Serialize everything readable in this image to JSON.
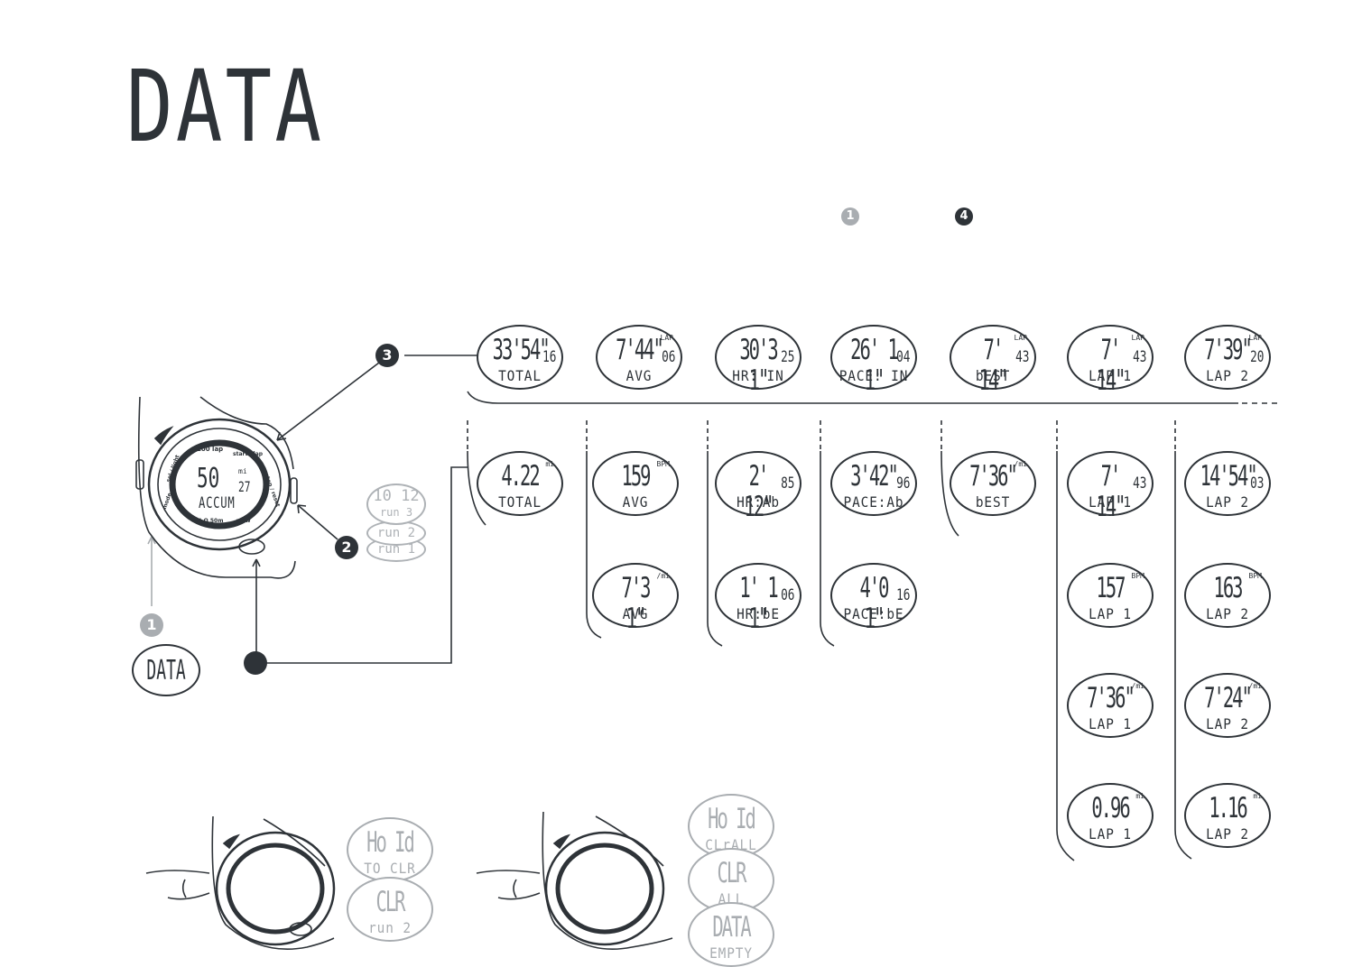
{
  "title": "DATA",
  "step_badges": {
    "a": "1",
    "b": "4",
    "c": "3",
    "d": "2",
    "e": "1"
  },
  "legend_button": {
    "label": "DATA"
  },
  "watch": {
    "brand": "✓",
    "ring": {
      "top": "100 lap",
      "right": "start / lap",
      "right2": "stop / reset",
      "left": "mode",
      "left2": "sel / light",
      "bottom": "H₂O 50m",
      "bottom2": "view"
    },
    "display": {
      "main": "50",
      "sup": "mi",
      "sub": "27",
      "label": "ACCUM"
    }
  },
  "run_stack": [
    {
      "main": "10 12",
      "label": "run 3"
    },
    {
      "label": "run 2"
    },
    {
      "label": "run 1"
    }
  ],
  "top_row": [
    {
      "main": "33'54\"",
      "sub": "16",
      "unit": "",
      "label": "TOTAL"
    },
    {
      "main": "7'44\"",
      "sub": "06",
      "unit": "LAP",
      "label": "AVG"
    },
    {
      "main": "30'3 1\"",
      "sub": "25",
      "unit": "",
      "label": "HR: IN"
    },
    {
      "main": "26' 1 1\"",
      "sub": "04",
      "unit": "",
      "label": "PACE: IN"
    },
    {
      "main": "7' 14\"",
      "sub": "43",
      "unit": "LAP",
      "label": "bEST"
    },
    {
      "main": "7' 14\"",
      "sub": "43",
      "unit": "LAP",
      "label": "LAP  1"
    },
    {
      "main": "7'39\"",
      "sub": "20",
      "unit": "LAP",
      "label": "LAP  2"
    }
  ],
  "col1": [
    {
      "main": "4.22",
      "sub": "",
      "unit": "mi",
      "label": "TOTAL"
    }
  ],
  "col2": [
    {
      "main": "159",
      "sub": "",
      "unit": "BPM",
      "label": "AVG"
    },
    {
      "main": "7'3 1\"",
      "sub": "",
      "unit": "/mi",
      "label": "AVG"
    }
  ],
  "col3": [
    {
      "main": "2' 12\"",
      "sub": "85",
      "unit": "",
      "label": "HR:Ab"
    },
    {
      "main": "1' 1 1\"",
      "sub": "06",
      "unit": "",
      "label": "HR:bE"
    }
  ],
  "col4": [
    {
      "main": "3'42\"",
      "sub": "96",
      "unit": "",
      "label": "PACE:Ab"
    },
    {
      "main": "4'0 1\"",
      "sub": "16",
      "unit": "",
      "label": "PACE:bE"
    }
  ],
  "col5": [
    {
      "main": "7'36\"",
      "sub": "",
      "unit": "/mi",
      "label": "bEST"
    }
  ],
  "col6": [
    {
      "main": "7' 14\"",
      "sub": "43",
      "unit": "",
      "label": "LAP  1"
    },
    {
      "main": "157",
      "sub": "",
      "unit": "BPM",
      "label": "LAP  1"
    },
    {
      "main": "7'36\"",
      "sub": "",
      "unit": "/mi",
      "label": "LAP  1"
    },
    {
      "main": "0.96",
      "sub": "",
      "unit": "mi",
      "label": "LAP  1"
    }
  ],
  "col7": [
    {
      "main": "14'54\"",
      "sub": "03",
      "unit": "",
      "label": "LAP  2"
    },
    {
      "main": "163",
      "sub": "",
      "unit": "BPM",
      "label": "LAP  2"
    },
    {
      "main": "7'24\"",
      "sub": "",
      "unit": "/mi",
      "label": "LAP  2"
    },
    {
      "main": "1.16",
      "sub": "",
      "unit": "mi",
      "label": "LAP  2"
    }
  ],
  "clear_one": [
    {
      "main": "Ho Id",
      "label": "TO CLR"
    },
    {
      "main": "CLR",
      "label": "run 2"
    }
  ],
  "clear_all": [
    {
      "main": "Ho Id",
      "label": "CLrALL"
    },
    {
      "main": "CLR",
      "label": "ALL"
    },
    {
      "main": "DATA",
      "label": "EMPTY"
    }
  ]
}
